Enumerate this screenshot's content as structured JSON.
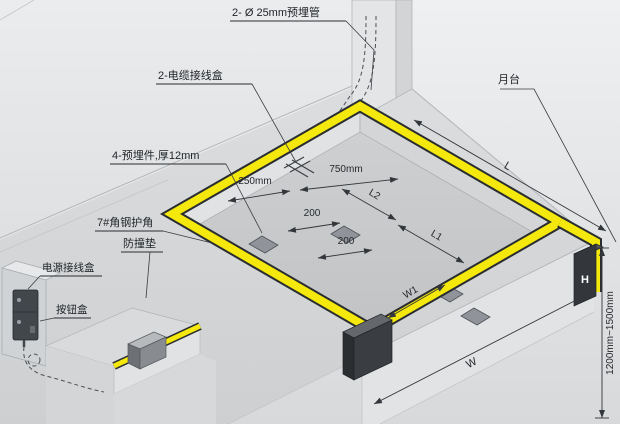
{
  "callouts": {
    "pipes": "2- Ø 25mm预埋管",
    "cable_box": "2-电缆接线盒",
    "platform": "月台",
    "embed_plate": "4-预埋件,厚12mm",
    "corner_guard": "7#角钢护角",
    "bumper": "防撞垫",
    "power_box": "电源接线盒",
    "button_box": "按钮盒"
  },
  "dims": {
    "d250": "250mm",
    "d750": "750mm",
    "d200_a": "200",
    "d200_b": "200",
    "l2": "L2",
    "l1": "L1",
    "w1": "W1",
    "w": "W",
    "l": "L",
    "h": "H",
    "height_range": "1200mm~1500mm"
  },
  "colors": {
    "guard_yellow": "#f4e80c",
    "guard_edge": "#2a2d30",
    "background": "#e9ebed",
    "platform_gray": "#d5d7d9",
    "pit_floor_gray": "#c6c8ca",
    "dark_block": "#3a3e42",
    "text": "#1f2225"
  }
}
